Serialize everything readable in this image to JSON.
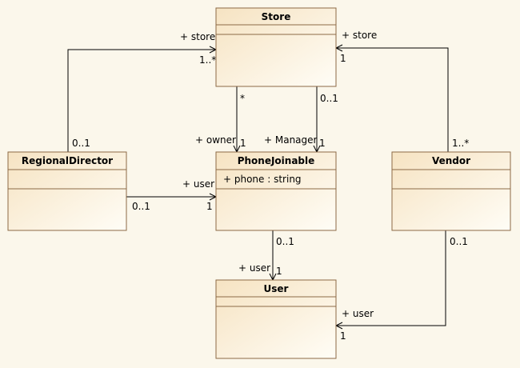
{
  "classes": {
    "store": {
      "name": "Store",
      "attributes": []
    },
    "phone_joinable": {
      "name": "PhoneJoinable",
      "attributes": [
        "+ phone : string"
      ]
    },
    "regional_director": {
      "name": "RegionalDirector",
      "attributes": []
    },
    "vendor": {
      "name": "Vendor",
      "attributes": []
    },
    "user": {
      "name": "User",
      "attributes": []
    }
  },
  "associations": {
    "rd_store": {
      "role": "+ store",
      "target_mult": "1..*",
      "source_mult": "0..1"
    },
    "vendor_store": {
      "role": "+ store",
      "target_mult": "1",
      "source_mult": "1..*"
    },
    "store_owner": {
      "role": "+ owner",
      "target_mult": "1",
      "source_mult": "*"
    },
    "store_manager": {
      "role": "+ Manager",
      "target_mult": "1",
      "source_mult": "0..1"
    },
    "rd_user": {
      "role": "+ user",
      "target_mult": "1",
      "source_mult": "0..1"
    },
    "phone_user": {
      "role": "+ user",
      "target_mult": "1",
      "source_mult": "0..1"
    },
    "vendor_user": {
      "role": "+ user",
      "target_mult": "1",
      "source_mult": "0..1"
    }
  },
  "colors": {
    "class_fill_top": "#f6e3c2",
    "class_fill_bottom": "#fffdf6",
    "border": "#8c6a46",
    "background": "#fbf7eb"
  }
}
